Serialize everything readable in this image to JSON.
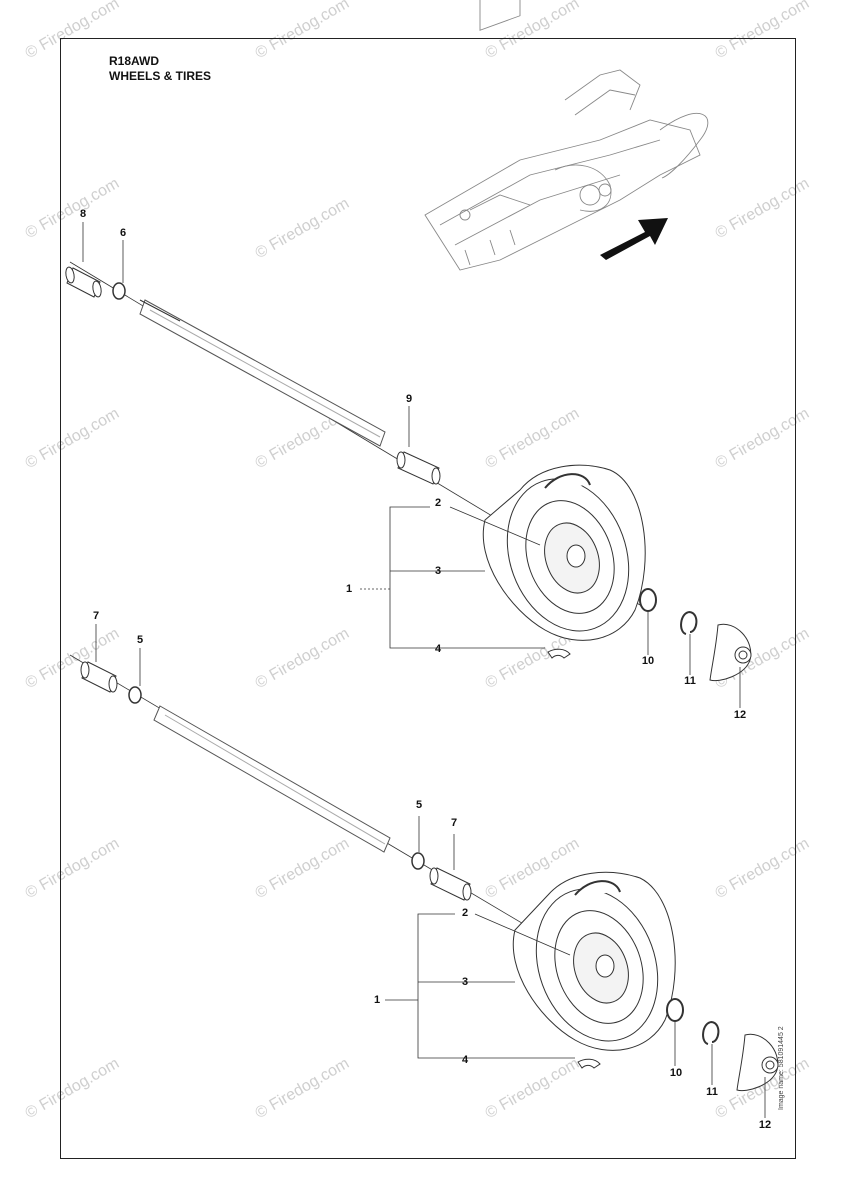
{
  "header": {
    "model": "R18AWD",
    "section": "WHEELS & TIRES"
  },
  "watermark": {
    "text": "© Firedog.com"
  },
  "image_name": "Image name: 581091445 2",
  "callouts": {
    "top_axle_spacer": "8",
    "top_axle_washer": "6",
    "top_wheel_spacer": "9",
    "top_assembly": "1",
    "top_rim": "2",
    "top_tire": "3",
    "top_valve": "4",
    "top_washer": "10",
    "top_clip": "11",
    "top_cap": "12",
    "bottom_axle_spacer": "7",
    "bottom_axle_washer": "5",
    "bottom_wheel_washer": "5",
    "bottom_wheel_spacer": "7",
    "bottom_assembly": "1",
    "bottom_rim": "2",
    "bottom_tire": "3",
    "bottom_valve": "4",
    "bottom_washer": "10",
    "bottom_clip": "11",
    "bottom_cap": "12"
  }
}
